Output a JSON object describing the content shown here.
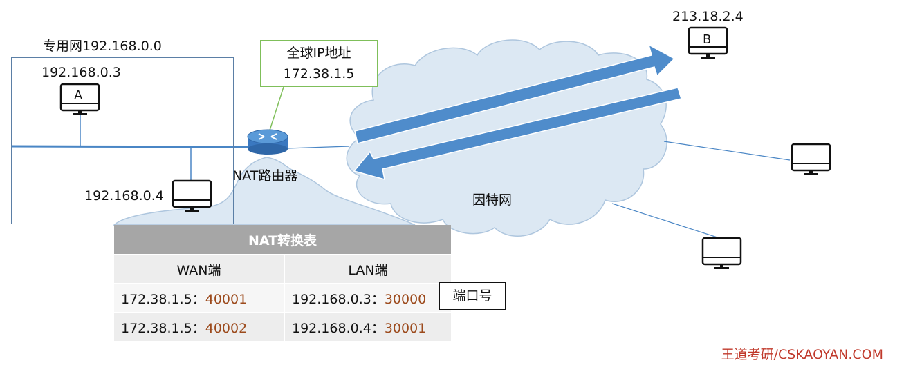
{
  "private_network": {
    "title": "专用网192.168.0.0",
    "host_a_ip": "192.168.0.3",
    "host_a_letter": "A",
    "host_2_ip": "192.168.0.4"
  },
  "router": {
    "label": "NAT路由器"
  },
  "global_ip_callout": {
    "line1": "全球IP地址",
    "line2": "172.38.1.5"
  },
  "internet": {
    "label": "因特网"
  },
  "host_b": {
    "ip": "213.18.2.4",
    "letter": "B"
  },
  "nat_table": {
    "title": "NAT转换表",
    "headers": [
      "WAN端",
      "LAN端"
    ],
    "rows": [
      {
        "wan_ip": "172.38.1.5：",
        "wan_port": "40001",
        "lan_ip": "192.168.0.3：",
        "lan_port": "30000"
      },
      {
        "wan_ip": "172.38.1.5：",
        "wan_port": "40002",
        "lan_ip": "192.168.0.4：",
        "lan_port": "30001"
      }
    ]
  },
  "port_label": "端口号",
  "watermark": "王道考研/CSKAOYAN.COM",
  "colors": {
    "line_blue": "#4a86c5",
    "arrow_blue": "#4f8ccb",
    "cloud_fill": "#dce8f3",
    "cloud_stroke": "#aec6de",
    "callout_border": "#7fbf5a",
    "port_color": "#9c4a1c",
    "watermark_red": "#c0392b"
  }
}
